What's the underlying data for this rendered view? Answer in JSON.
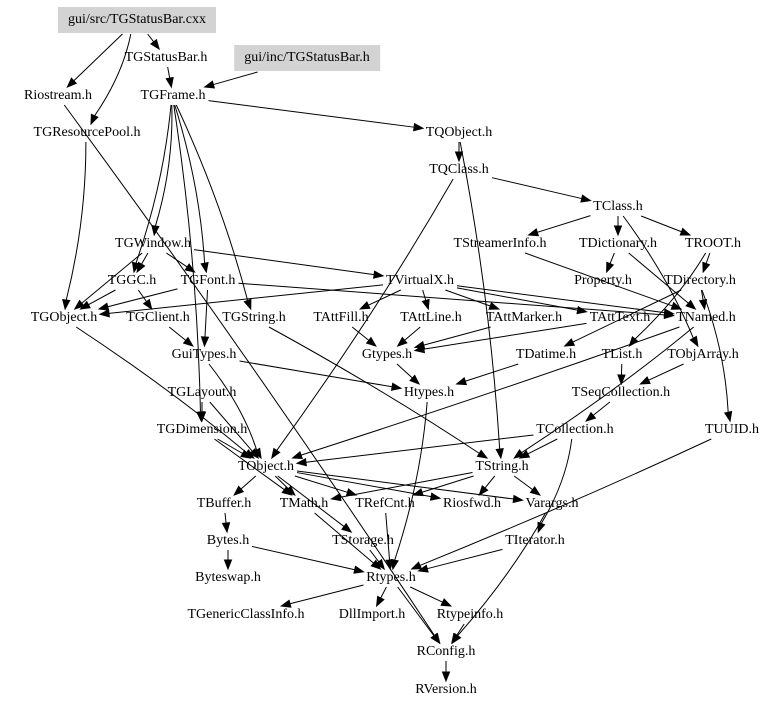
{
  "diagram": {
    "title": "Include dependency graph for gui/src/TGStatusBar.cxx",
    "nodes": [
      {
        "id": "src",
        "label": "gui/src/TGStatusBar.cxx",
        "highlighted": true
      },
      {
        "id": "inc",
        "label": "gui/inc/TGStatusBar.h",
        "highlighted": true
      },
      {
        "id": "TGStatusBar",
        "label": "TGStatusBar.h"
      },
      {
        "id": "Riostream",
        "label": "Riostream.h"
      },
      {
        "id": "TGFrame",
        "label": "TGFrame.h"
      },
      {
        "id": "TGResourcePool",
        "label": "TGResourcePool.h"
      },
      {
        "id": "TQObject",
        "label": "TQObject.h"
      },
      {
        "id": "TQClass",
        "label": "TQClass.h"
      },
      {
        "id": "TClass",
        "label": "TClass.h"
      },
      {
        "id": "TGWindow",
        "label": "TGWindow.h"
      },
      {
        "id": "TStreamerInfo",
        "label": "TStreamerInfo.h"
      },
      {
        "id": "TDictionary",
        "label": "TDictionary.h"
      },
      {
        "id": "TROOT",
        "label": "TROOT.h"
      },
      {
        "id": "TGGC",
        "label": "TGGC.h"
      },
      {
        "id": "TGFont",
        "label": "TGFont.h"
      },
      {
        "id": "TVirtualX",
        "label": "TVirtualX.h"
      },
      {
        "id": "Property",
        "label": "Property.h"
      },
      {
        "id": "TDirectory",
        "label": "TDirectory.h"
      },
      {
        "id": "TGObject",
        "label": "TGObject.h"
      },
      {
        "id": "TGClient",
        "label": "TGClient.h"
      },
      {
        "id": "TGString",
        "label": "TGString.h"
      },
      {
        "id": "TAttFill",
        "label": "TAttFill.h"
      },
      {
        "id": "TAttLine",
        "label": "TAttLine.h"
      },
      {
        "id": "TAttMarker",
        "label": "TAttMarker.h"
      },
      {
        "id": "TAttText",
        "label": "TAttText.h"
      },
      {
        "id": "TNamed",
        "label": "TNamed.h"
      },
      {
        "id": "GuiTypes",
        "label": "GuiTypes.h"
      },
      {
        "id": "Gtypes",
        "label": "Gtypes.h"
      },
      {
        "id": "TDatime",
        "label": "TDatime.h"
      },
      {
        "id": "TList",
        "label": "TList.h"
      },
      {
        "id": "TObjArray",
        "label": "TObjArray.h"
      },
      {
        "id": "TGLayout",
        "label": "TGLayout.h"
      },
      {
        "id": "Htypes",
        "label": "Htypes.h"
      },
      {
        "id": "TSeqCollection",
        "label": "TSeqCollection.h"
      },
      {
        "id": "TGDimension",
        "label": "TGDimension.h"
      },
      {
        "id": "TCollection",
        "label": "TCollection.h"
      },
      {
        "id": "TUUID",
        "label": "TUUID.h"
      },
      {
        "id": "TObject",
        "label": "TObject.h"
      },
      {
        "id": "TString",
        "label": "TString.h"
      },
      {
        "id": "TBuffer",
        "label": "TBuffer.h"
      },
      {
        "id": "TMath",
        "label": "TMath.h"
      },
      {
        "id": "TRefCnt",
        "label": "TRefCnt.h"
      },
      {
        "id": "Riosfwd",
        "label": "Riosfwd.h"
      },
      {
        "id": "Varargs",
        "label": "Varargs.h"
      },
      {
        "id": "Bytes",
        "label": "Bytes.h"
      },
      {
        "id": "TStorage",
        "label": "TStorage.h"
      },
      {
        "id": "TIterator",
        "label": "TIterator.h"
      },
      {
        "id": "Byteswap",
        "label": "Byteswap.h"
      },
      {
        "id": "Rtypes",
        "label": "Rtypes.h"
      },
      {
        "id": "TGenericClassInfo",
        "label": "TGenericClassInfo.h"
      },
      {
        "id": "DllImport",
        "label": "DllImport.h"
      },
      {
        "id": "Rtypeinfo",
        "label": "Rtypeinfo.h"
      },
      {
        "id": "RConfig",
        "label": "RConfig.h"
      },
      {
        "id": "RVersion",
        "label": "RVersion.h"
      }
    ],
    "edges": [
      [
        "src",
        "TGStatusBar"
      ],
      [
        "src",
        "Riostream"
      ],
      [
        "src",
        "TGResourcePool"
      ],
      [
        "TGStatusBar",
        "TGFrame"
      ],
      [
        "inc",
        "TGFrame"
      ],
      [
        "TGFrame",
        "TGWindow"
      ],
      [
        "TGFrame",
        "TQObject"
      ],
      [
        "TGFrame",
        "TGDimension"
      ],
      [
        "TGFrame",
        "TGGC"
      ],
      [
        "TGFrame",
        "TGFont"
      ],
      [
        "TGFrame",
        "TGString"
      ],
      [
        "TGResourcePool",
        "TGObject"
      ],
      [
        "Riostream",
        "RConfig"
      ],
      [
        "TQObject",
        "TQClass"
      ],
      [
        "TQObject",
        "TString"
      ],
      [
        "TQClass",
        "TClass"
      ],
      [
        "TQClass",
        "TObject"
      ],
      [
        "TClass",
        "TStreamerInfo"
      ],
      [
        "TClass",
        "TDictionary"
      ],
      [
        "TClass",
        "TROOT"
      ],
      [
        "TClass",
        "TObjArray"
      ],
      [
        "TDictionary",
        "Property"
      ],
      [
        "TDictionary",
        "TNamed"
      ],
      [
        "TStreamerInfo",
        "TNamed"
      ],
      [
        "TROOT",
        "TDirectory"
      ],
      [
        "TROOT",
        "TList"
      ],
      [
        "TDirectory",
        "TNamed"
      ],
      [
        "TDirectory",
        "TDatime"
      ],
      [
        "TDirectory",
        "TUUID"
      ],
      [
        "TGWindow",
        "TGObject"
      ],
      [
        "TGWindow",
        "TVirtualX"
      ],
      [
        "TGWindow",
        "TGFont"
      ],
      [
        "TGWindow",
        "TGGC"
      ],
      [
        "TGGC",
        "TGObject"
      ],
      [
        "TGGC",
        "TGClient"
      ],
      [
        "TGFont",
        "TGObject"
      ],
      [
        "TGFont",
        "GuiTypes"
      ],
      [
        "TGFont",
        "TNamed"
      ],
      [
        "TVirtualX",
        "TAttFill"
      ],
      [
        "TVirtualX",
        "TAttLine"
      ],
      [
        "TVirtualX",
        "TAttMarker"
      ],
      [
        "TVirtualX",
        "TAttText"
      ],
      [
        "TVirtualX",
        "TNamed"
      ],
      [
        "TVirtualX",
        "TGObject"
      ],
      [
        "TGObject",
        "TObject"
      ],
      [
        "TGClient",
        "GuiTypes"
      ],
      [
        "TGString",
        "TString"
      ],
      [
        "TAttFill",
        "Gtypes"
      ],
      [
        "TAttLine",
        "Gtypes"
      ],
      [
        "TAttMarker",
        "Gtypes"
      ],
      [
        "TAttText",
        "Gtypes"
      ],
      [
        "TNamed",
        "TString"
      ],
      [
        "TNamed",
        "TObject"
      ],
      [
        "GuiTypes",
        "TObject"
      ],
      [
        "GuiTypes",
        "Htypes"
      ],
      [
        "Gtypes",
        "Htypes"
      ],
      [
        "TList",
        "TSeqCollection"
      ],
      [
        "TObjArray",
        "TSeqCollection"
      ],
      [
        "TSeqCollection",
        "TCollection"
      ],
      [
        "TCollection",
        "TObject"
      ],
      [
        "TCollection",
        "TString"
      ],
      [
        "TCollection",
        "TIterator"
      ],
      [
        "TDatime",
        "Htypes"
      ],
      [
        "TUUID",
        "Rtypes"
      ],
      [
        "TGLayout",
        "TGDimension"
      ],
      [
        "TGLayout",
        "TObject"
      ],
      [
        "TGDimension",
        "TObject"
      ],
      [
        "TGDimension",
        "TMath"
      ],
      [
        "TObject",
        "TBuffer"
      ],
      [
        "TObject",
        "TMath"
      ],
      [
        "TObject",
        "TRefCnt"
      ],
      [
        "TObject",
        "Riosfwd"
      ],
      [
        "TObject",
        "Varargs"
      ],
      [
        "TObject",
        "TStorage"
      ],
      [
        "TString",
        "TRefCnt"
      ],
      [
        "TString",
        "Riosfwd"
      ],
      [
        "TString",
        "Varargs"
      ],
      [
        "TString",
        "TMath"
      ],
      [
        "Htypes",
        "Rtypes"
      ],
      [
        "TBuffer",
        "Bytes"
      ],
      [
        "Bytes",
        "Byteswap"
      ],
      [
        "Bytes",
        "Rtypes"
      ],
      [
        "TMath",
        "Rtypes"
      ],
      [
        "TRefCnt",
        "Rtypes"
      ],
      [
        "TStorage",
        "Rtypes"
      ],
      [
        "TIterator",
        "Rtypes"
      ],
      [
        "Varargs",
        "RConfig"
      ],
      [
        "Rtypes",
        "TGenericClassInfo"
      ],
      [
        "Rtypes",
        "DllImport"
      ],
      [
        "Rtypes",
        "Rtypeinfo"
      ],
      [
        "Rtypes",
        "RConfig"
      ],
      [
        "Rtypeinfo",
        "RConfig"
      ],
      [
        "RConfig",
        "RVersion"
      ]
    ]
  }
}
